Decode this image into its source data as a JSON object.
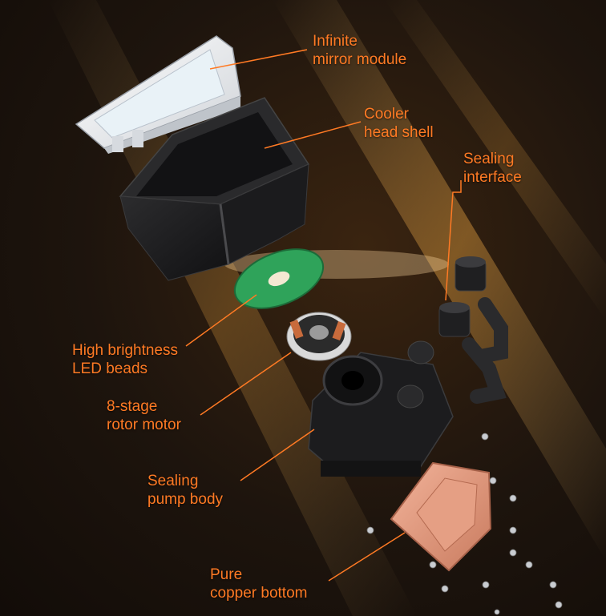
{
  "diagram": {
    "accent_color": "#ff7a24",
    "components": [
      {
        "id": "mirror",
        "line1": "Infinite",
        "line2": "mirror module"
      },
      {
        "id": "shell",
        "line1": "Cooler",
        "line2": "head shell"
      },
      {
        "id": "sealing",
        "line1": "Sealing",
        "line2": "interface"
      },
      {
        "id": "led",
        "line1": "High brightness",
        "line2": "LED beads"
      },
      {
        "id": "rotor",
        "line1": "8-stage",
        "line2": "rotor motor"
      },
      {
        "id": "pump",
        "line1": "Sealing",
        "line2": "pump body"
      },
      {
        "id": "copper",
        "line1": "Pure",
        "line2": "copper bottom"
      }
    ]
  }
}
